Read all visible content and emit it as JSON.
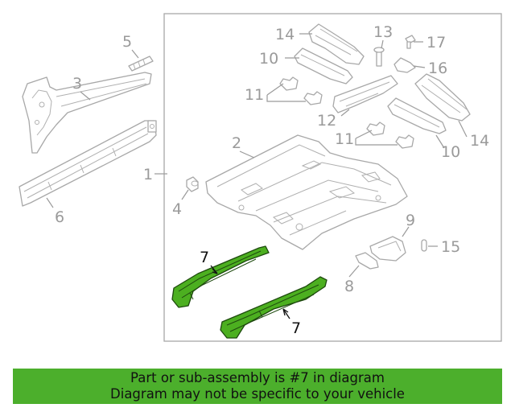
{
  "callouts": {
    "c1": "1",
    "c2": "2",
    "c3": "3",
    "c4": "4",
    "c5": "5",
    "c6": "6",
    "c7a": "7",
    "c7b": "7",
    "c8": "8",
    "c9": "9",
    "c10a": "10",
    "c10b": "10",
    "c11a": "11",
    "c11b": "11",
    "c12": "12",
    "c13": "13",
    "c14a": "14",
    "c14b": "14",
    "c15": "15",
    "c16": "16",
    "c17": "17"
  },
  "banner": {
    "line1": "Part or sub-assembly is #7 in diagram",
    "line2": "Diagram may not be specific to your vehicle"
  },
  "colors": {
    "highlight": "#4caf20",
    "banner_bg": "#4caf2c",
    "line_art": "#a8a8a8"
  }
}
